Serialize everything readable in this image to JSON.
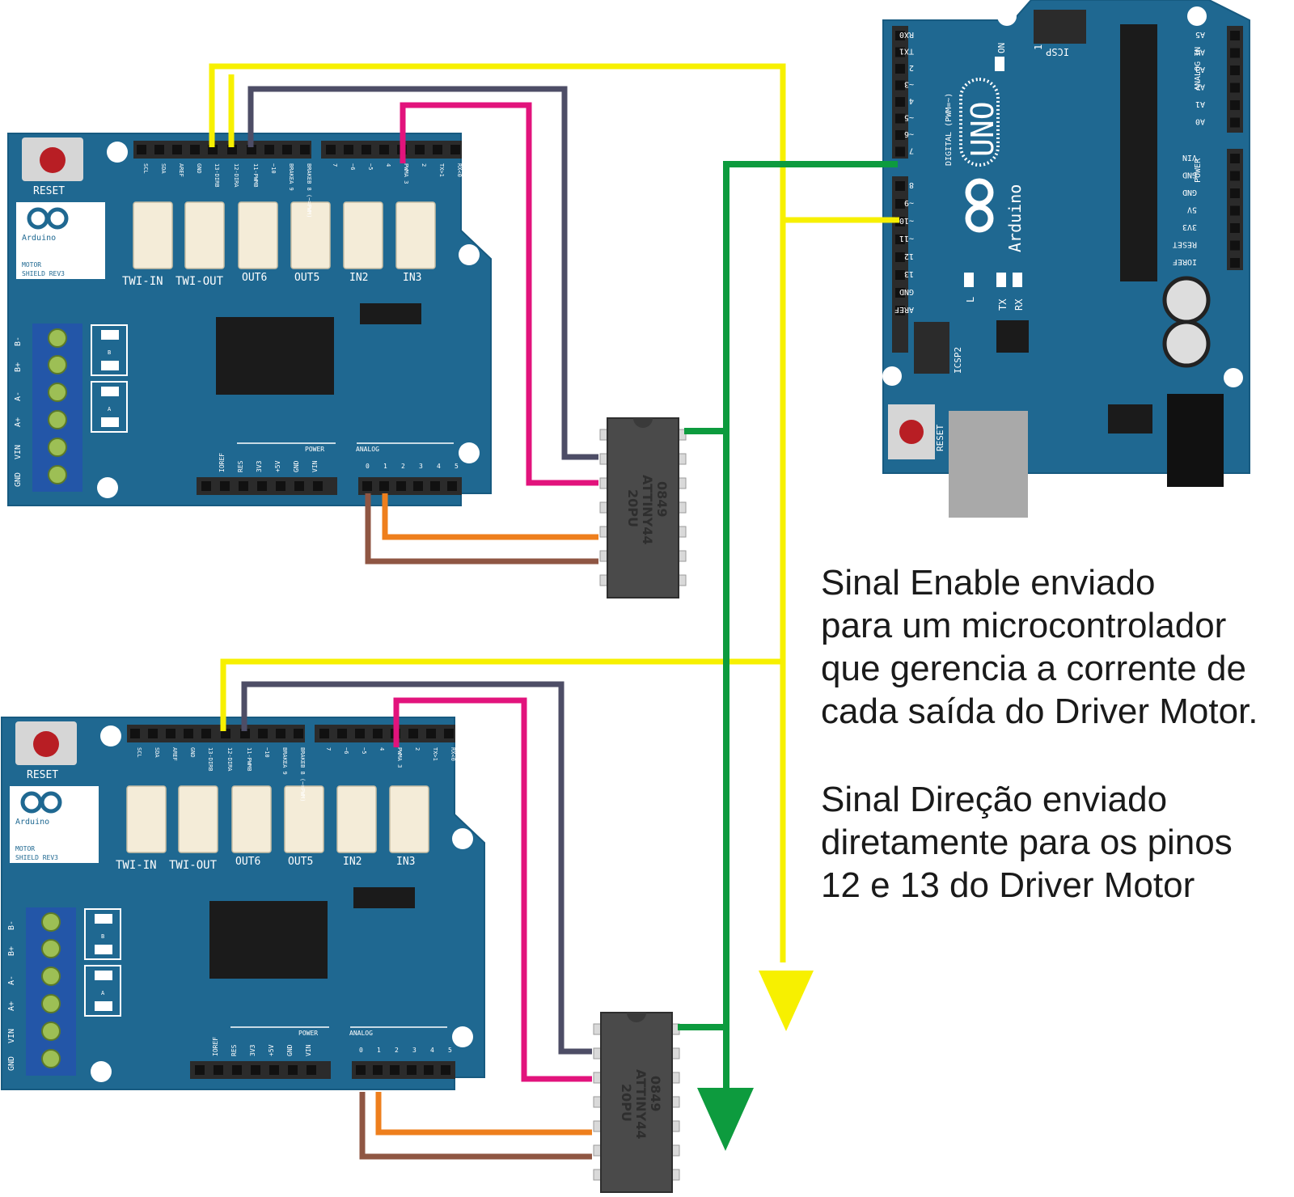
{
  "colors": {
    "board": "#1f6891",
    "board_edge": "#175a80",
    "header": "#2b2b2b",
    "chip": "#4a4a4a",
    "wire_yellow": "#f7f000",
    "wire_green": "#0d9b3e",
    "wire_gray": "#4d4d66",
    "wire_magenta": "#e2137c",
    "wire_orange": "#ee7f1d",
    "wire_brown": "#8f5643",
    "connector": "#f4ecd8"
  },
  "shield_labels": {
    "reset": "RESET",
    "brand": "Arduino",
    "model_line1": "MOTOR",
    "model_line2": "SHIELD REV3",
    "connectors": [
      "TWI-IN",
      "TWI-OUT",
      "OUT6",
      "OUT5",
      "IN2",
      "IN3"
    ],
    "digital_pins_top": [
      "SCL",
      "SDA",
      "AREF",
      "GND",
      "13-DIRB",
      "12-DIRA",
      "11-PWMB",
      "~10",
      "BRAKEA 9",
      "BRAKEB 8 (~=PWM)",
      "7",
      "~6",
      "~5",
      "4",
      "PWMA 3",
      "2",
      "TX>1",
      "RX<0"
    ],
    "power_header": "POWER",
    "analog_header": "ANALOG",
    "power_pins": [
      "IOREF",
      "RES",
      "3V3",
      "+5V",
      "GND",
      "VIN"
    ],
    "analog_pins": [
      "0",
      "1",
      "2",
      "3",
      "4",
      "5"
    ],
    "terminals": [
      "B-",
      "B+",
      "A-",
      "A+",
      "VIN",
      "GND"
    ],
    "side_marks": [
      "B",
      "A"
    ]
  },
  "chip_labels": {
    "line1": "0849",
    "line2": "ATTINY44",
    "line3": "20PU"
  },
  "uno_labels": {
    "model": "UNO",
    "brand": "Arduino",
    "on": "ON",
    "icsp": "ICSP",
    "icsp_pin": "1",
    "digital": "DIGITAL (PWM=~)",
    "analog_in": "ANALOG IN",
    "power": "POWER",
    "icsp2": "ICSP2",
    "reset": "RESET",
    "led_l": "L",
    "led_tx": "TX",
    "led_rx": "RX",
    "digital_pins": [
      "RX0",
      "TX1",
      "2",
      "~3",
      "4",
      "~5",
      "~6",
      "7",
      "8",
      "~9",
      "~10",
      "~11",
      "12",
      "13",
      "GND",
      "AREF"
    ],
    "analog_pins": [
      "A5",
      "A4",
      "A3",
      "A2",
      "A1",
      "A0"
    ],
    "power_pins": [
      "VIN",
      "GND",
      "GND",
      "5V",
      "3V3",
      "RESET",
      "IOREF"
    ]
  },
  "captions": {
    "enable": "Sinal Enable enviado\npara um microcontrolador\nque gerencia a corrente de\ncada saída do Driver Motor.",
    "direction": "Sinal Direção enviado\ndiretamente para os pinos\n12 e 13 do Driver Motor"
  }
}
